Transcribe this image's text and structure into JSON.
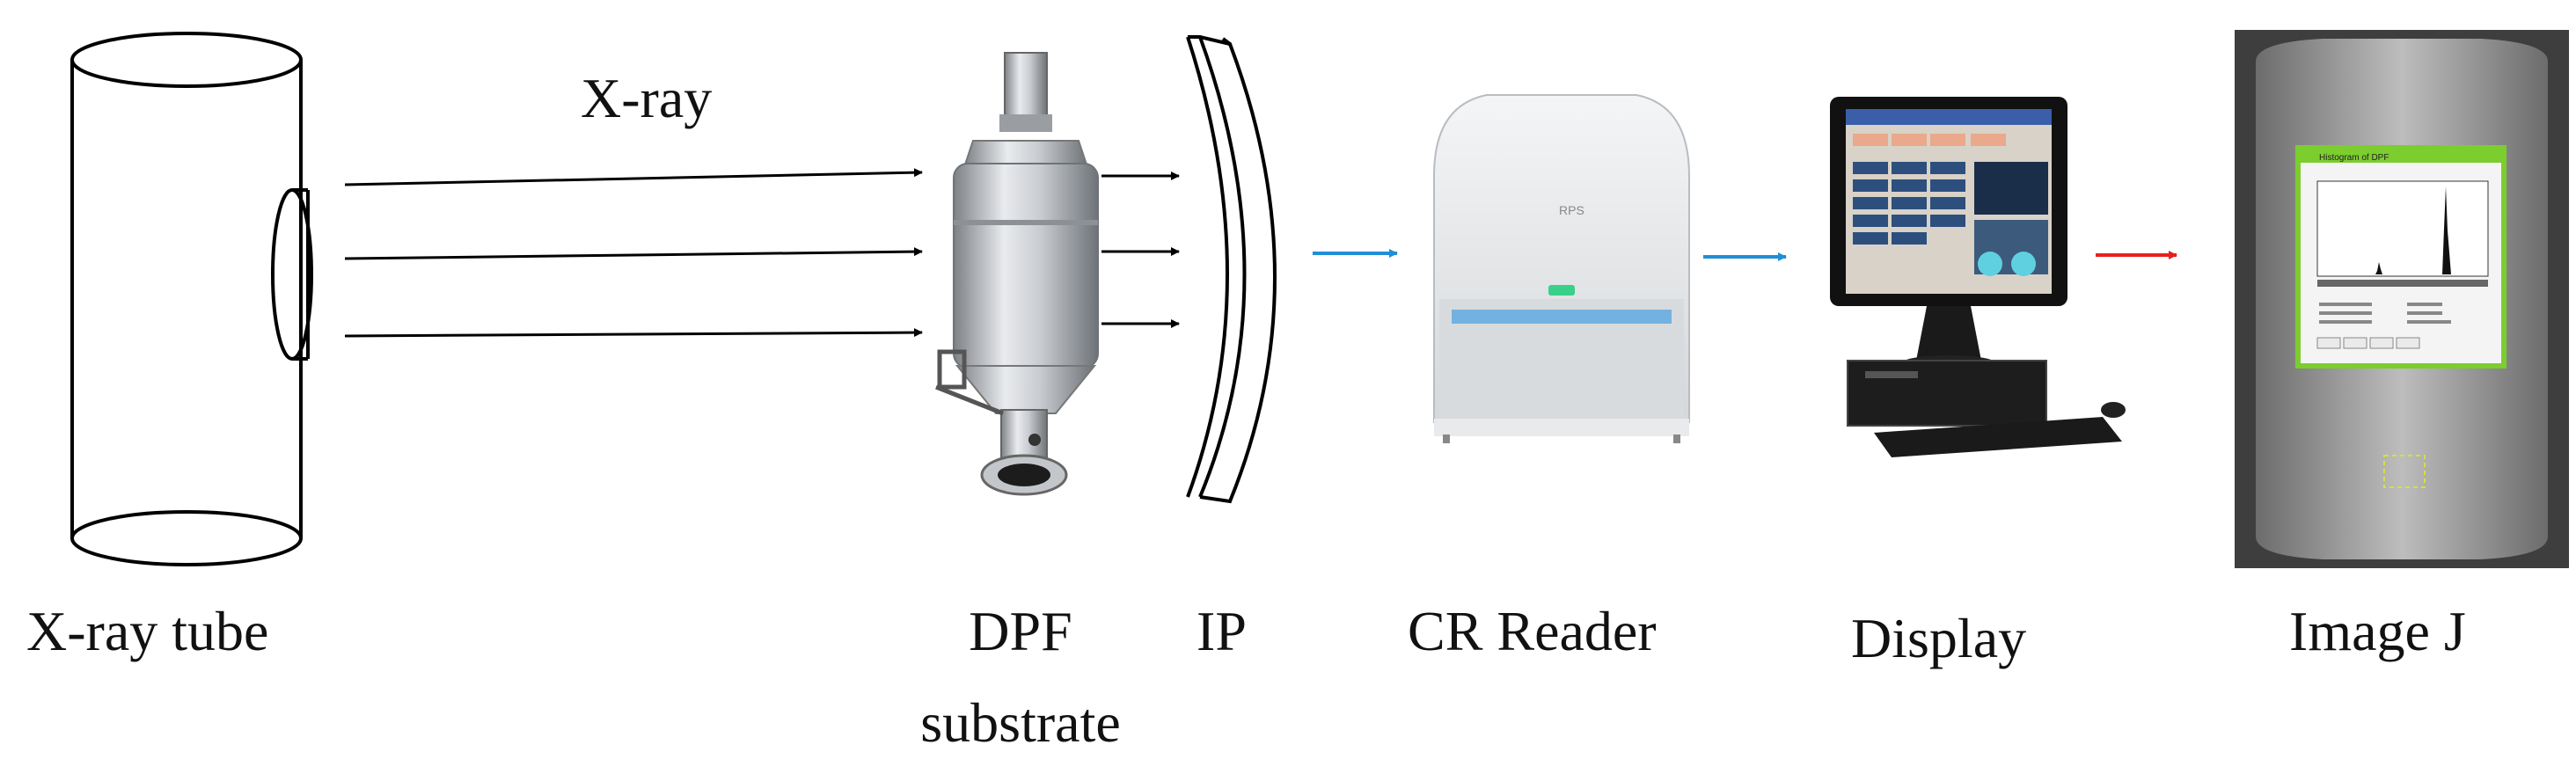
{
  "labels": {
    "xray": "X-ray",
    "xray_tube": "X-ray tube",
    "dpf_line1": "DPF",
    "dpf_line2": "substrate",
    "ip": "IP",
    "cr_reader": "CR Reader",
    "display": "Display",
    "imagej": "Image J"
  },
  "histogram": {
    "title": "Histogram of DPF"
  },
  "colors": {
    "stroke": "#000000",
    "arrow_blue": "#1f8fd6",
    "arrow_red": "#e8201c",
    "histogram_frame": "#7ccd2e"
  }
}
